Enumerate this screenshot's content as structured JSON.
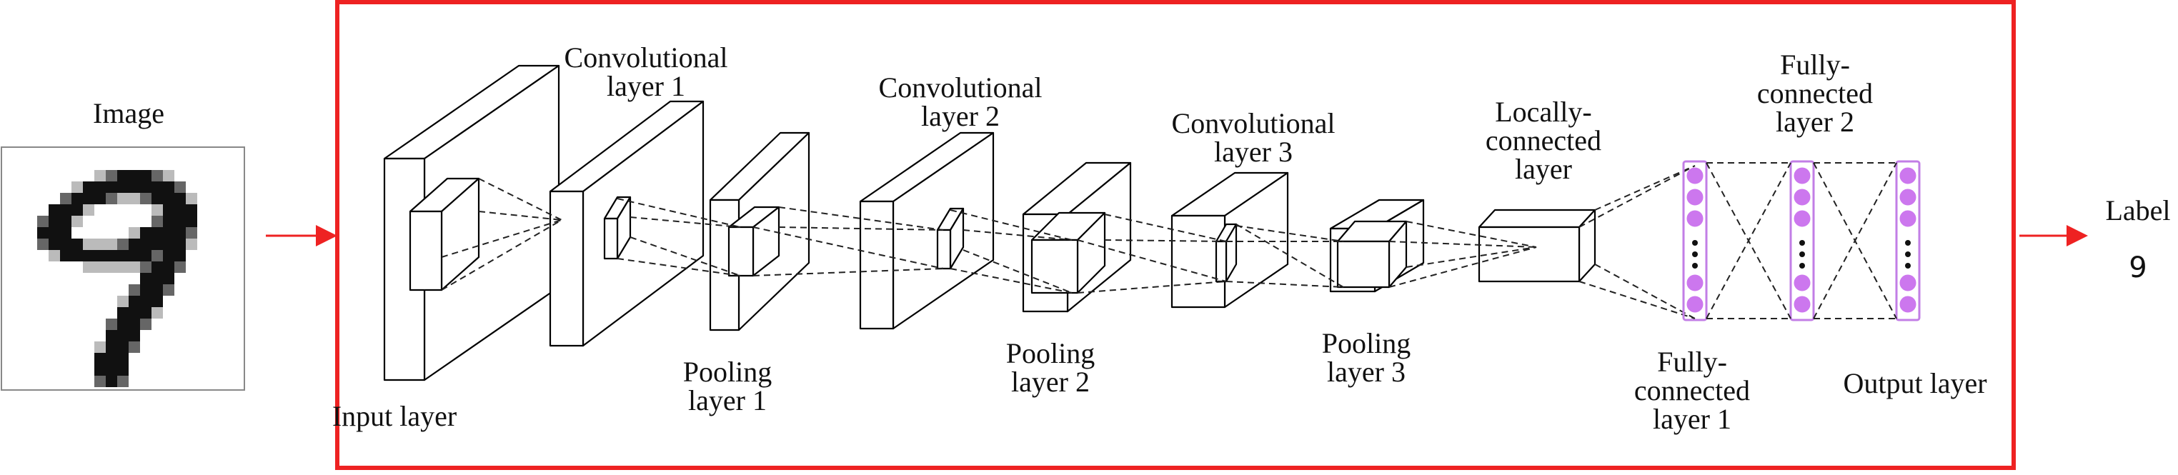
{
  "image_title": "Image",
  "output": {
    "title": "Label",
    "value": "9"
  },
  "layers": {
    "conv1": [
      "Convolutional",
      "layer 1"
    ],
    "conv2": [
      "Convolutional",
      "layer 2"
    ],
    "conv3": [
      "Convolutional",
      "layer 3"
    ],
    "local": [
      "Locally-",
      "connected",
      "layer"
    ],
    "fc2": [
      "Fully-",
      "connected",
      "layer 2"
    ],
    "input": [
      "Input layer"
    ],
    "pool1": [
      "Pooling",
      "layer 1"
    ],
    "pool2": [
      "Pooling",
      "layer 2"
    ],
    "pool3": [
      "Pooling",
      "layer 3"
    ],
    "fc1": [
      "Fully-",
      "connected",
      "layer 1"
    ],
    "out": [
      "Output layer"
    ]
  },
  "colors": {
    "frame": "#ee2222",
    "arrow": "#ee2222",
    "node": "#cc77ee",
    "node_column": "#c27ee6"
  },
  "digit_rows": [
    "                  ",
    "       .:###:.    ",
    "     .########:   ",
    "    :###:..:###.  ",
    "   ###.     .###  ",
    "  :##.      :###  ",
    "  ###     .####:  ",
    "  :###...:#####.  ",
    "   .########:##   ",
    "      .....:##:   ",
    "           ###    ",
    "          :##:    ",
    "         .###     ",
    "         ###.     ",
    "        :##:      ",
    "        ###       ",
    "       .##:      ",
    "       ###       ",
    "       ###       ",
    "       :#:       ",
    "                  "
  ]
}
